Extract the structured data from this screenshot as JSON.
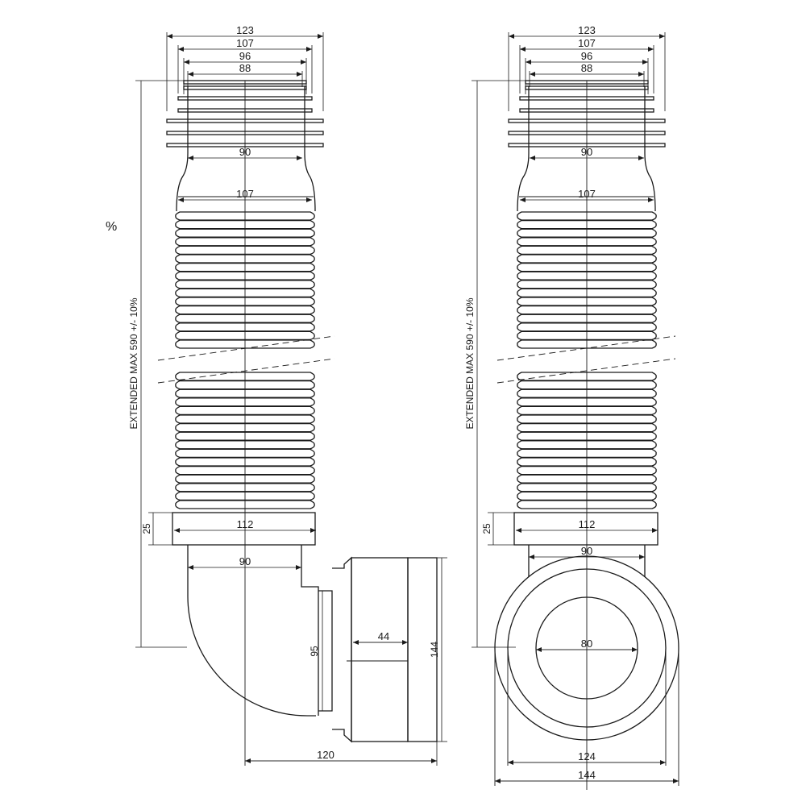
{
  "stray_mark": "%",
  "left_view": {
    "top_dims": [
      "123",
      "107",
      "96",
      "88"
    ],
    "neck_dim": "90",
    "body_dim": "107",
    "extended_label": "EXTENDED MAX 590 +/- 10%",
    "collar_height": "25",
    "collar_width": "112",
    "elbow_width": "90",
    "outlet_height": "95",
    "spigot_length": "44",
    "socket_height": "144",
    "elbow_depth": "120"
  },
  "right_view": {
    "top_dims": [
      "123",
      "107",
      "96",
      "88"
    ],
    "neck_dim": "90",
    "body_dim": "107",
    "extended_label": "EXTENDED MAX 590 +/- 10%",
    "collar_height": "25",
    "collar_width": "112",
    "elbow_width": "90",
    "inner_diameter": "80",
    "mid_diameter": "124",
    "outer_diameter": "144"
  }
}
